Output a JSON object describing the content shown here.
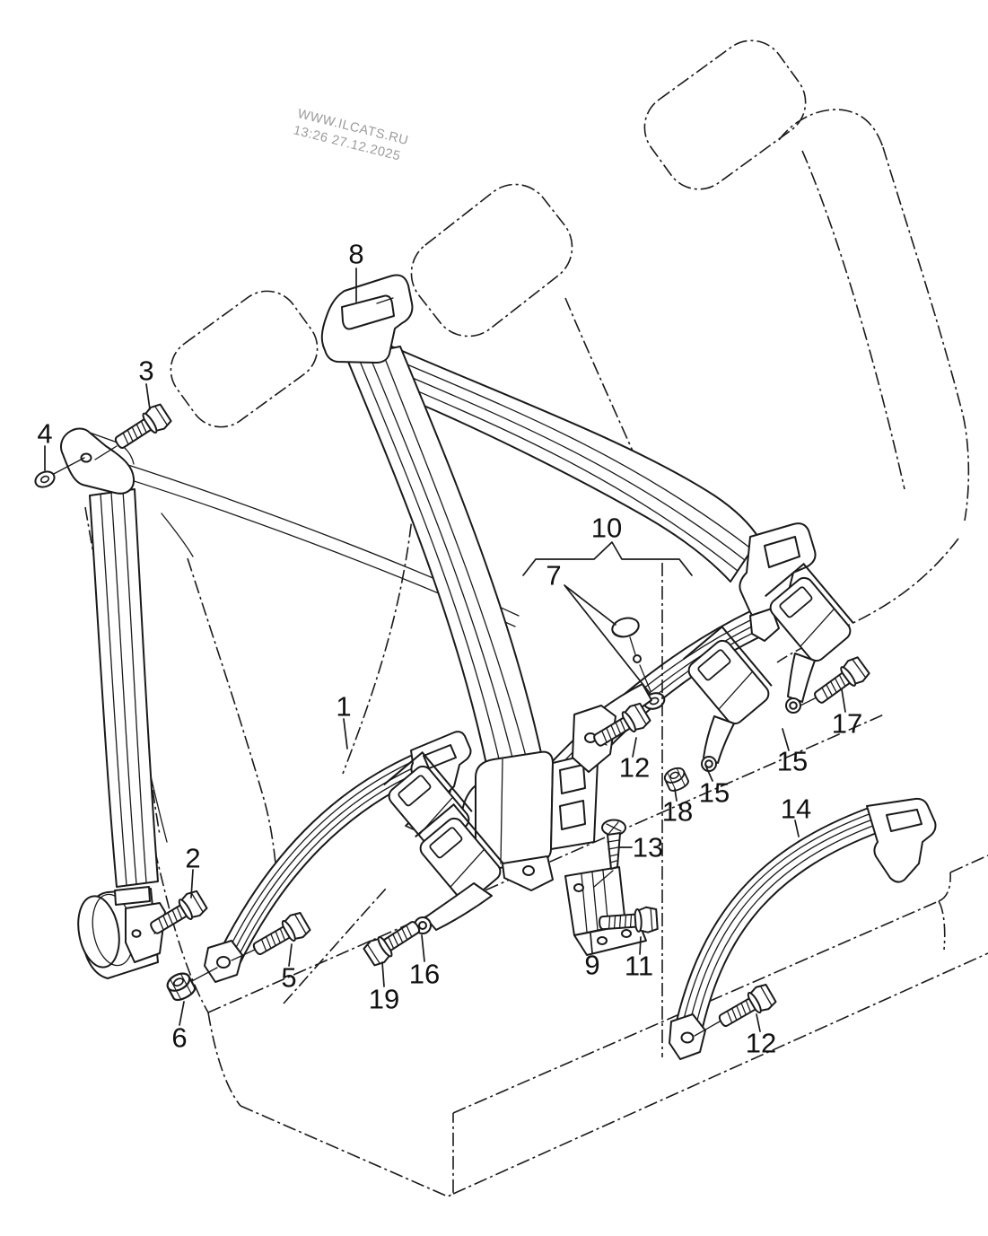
{
  "page": {
    "background_color": "#ffffff",
    "line_color": "#1a1a1a",
    "watermark_color": "#9b9b9b"
  },
  "watermark": {
    "line1": "WWW.ILCATS.RU",
    "line2": "13:26 27.12.2025"
  },
  "callouts": {
    "n1": "1",
    "n2": "2",
    "n3": "3",
    "n4": "4",
    "n5": "5",
    "n6": "6",
    "n7": "7",
    "n8": "8",
    "n9": "9",
    "n10": "10",
    "n11": "11",
    "n12a": "12",
    "n12b": "12",
    "n13": "13",
    "n14": "14",
    "n15a": "15",
    "n15b": "15",
    "n16": "16",
    "n17": "17",
    "n18": "18",
    "n19": "19"
  }
}
